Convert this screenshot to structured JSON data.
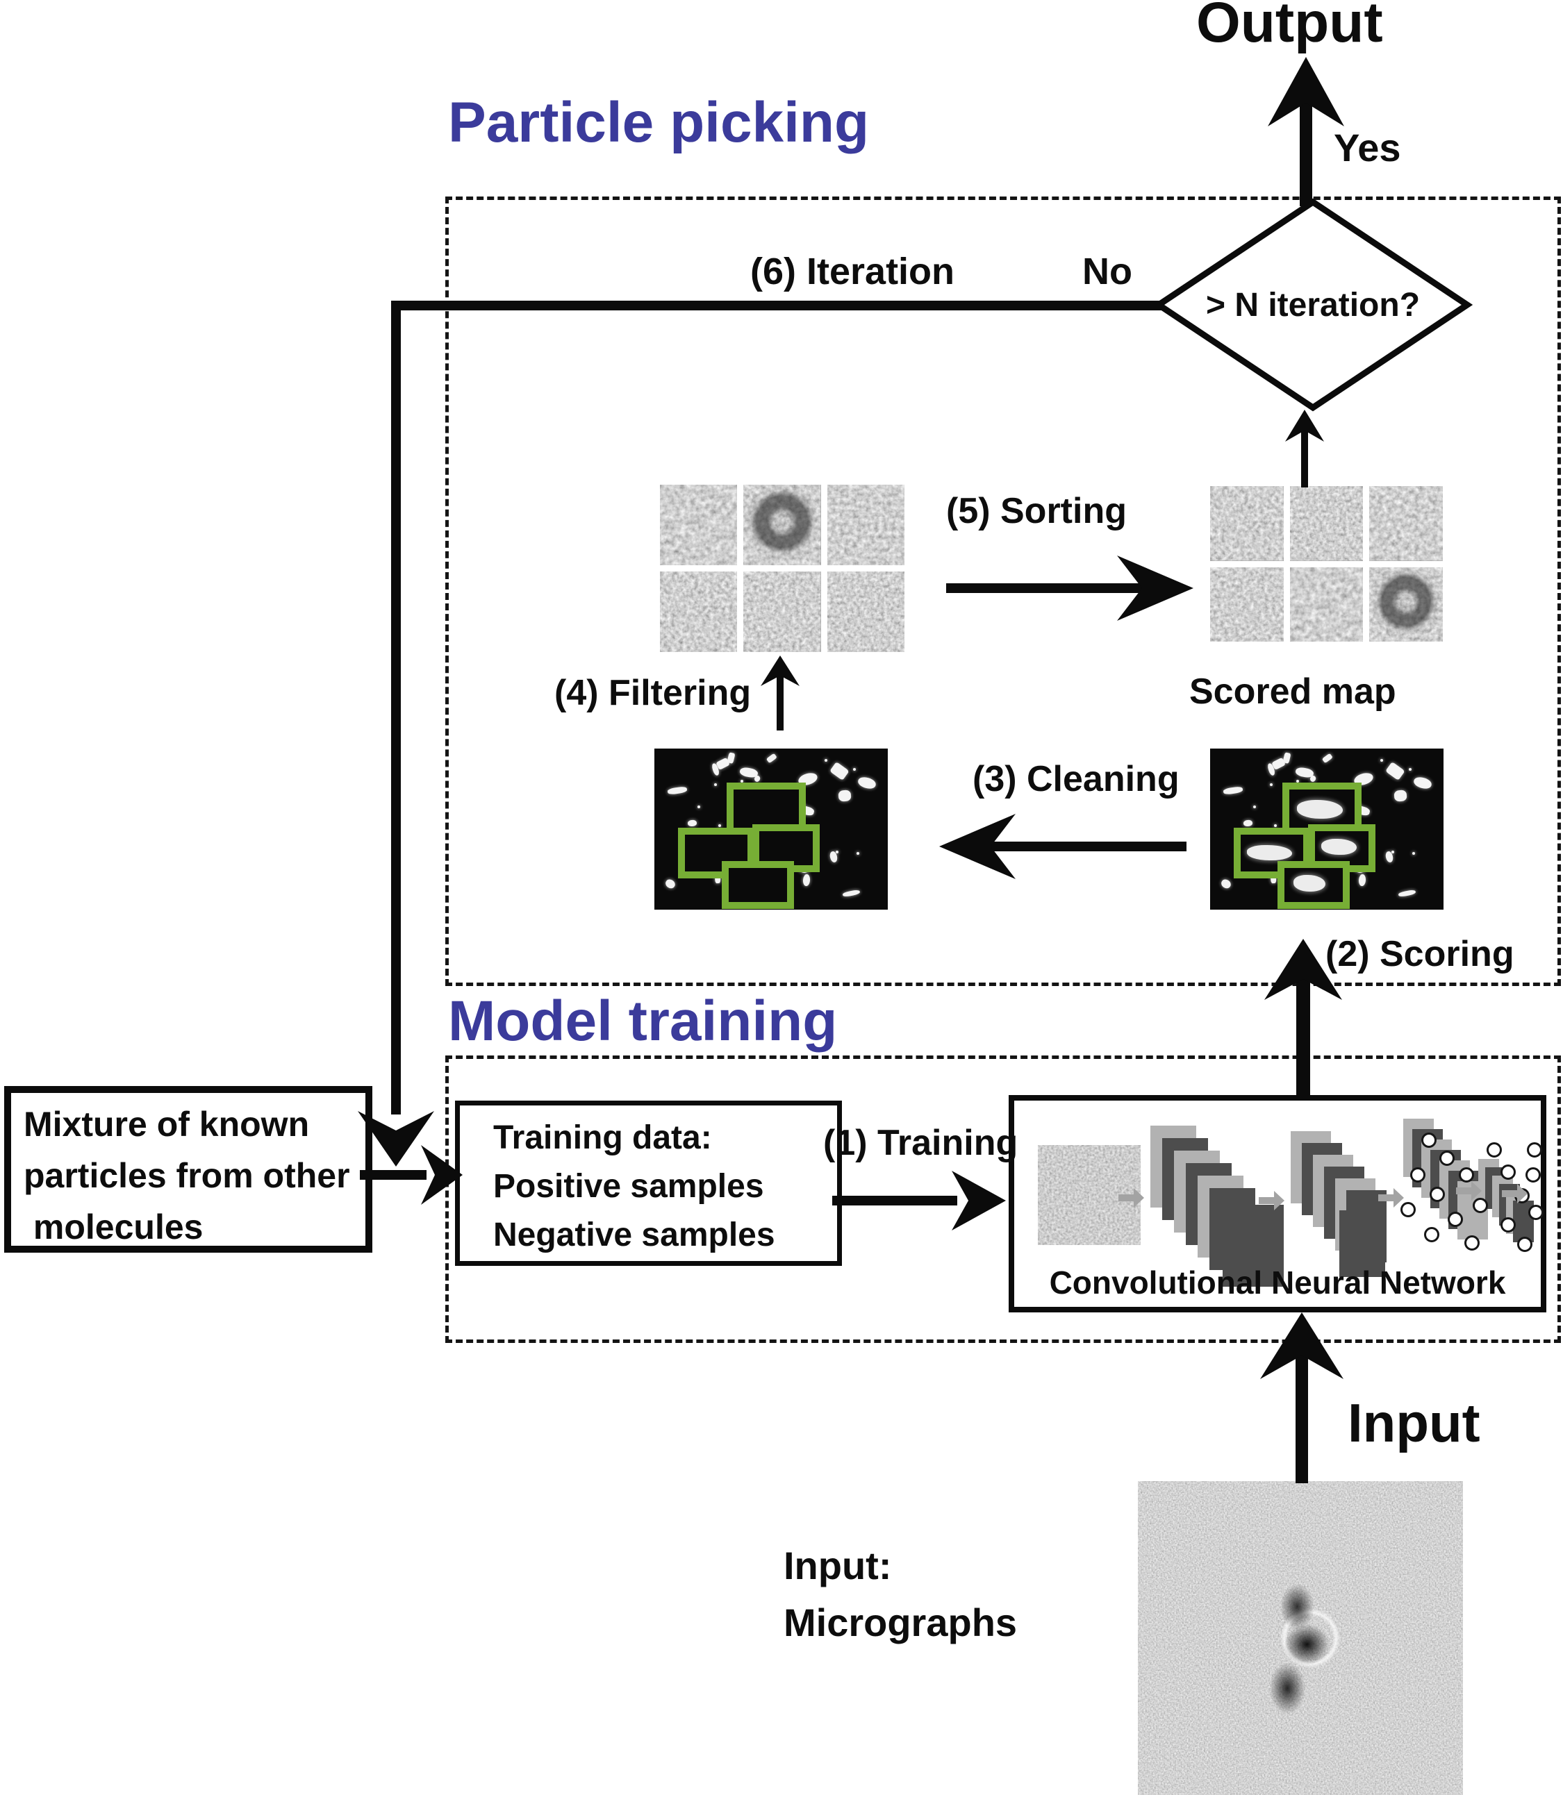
{
  "titles": {
    "particle_picking": "Particle picking",
    "model_training": "Model training"
  },
  "io": {
    "output": "Output",
    "input": "Input",
    "yes": "Yes",
    "no": "No"
  },
  "decision": {
    "label": "> N iteration?"
  },
  "steps": {
    "training": "(1) Training",
    "scoring": "(2) Scoring",
    "cleaning": "(3) Cleaning",
    "filtering": "(4) Filtering",
    "sorting": "(5) Sorting",
    "iteration": "(6) Iteration"
  },
  "captions": {
    "scored_map": "Scored map",
    "input_label": "Input:",
    "input_sub": "Micrographs"
  },
  "mixture_box": {
    "line1": "Mixture of known",
    "line2": "particles from other",
    "line3": " molecules"
  },
  "training_box": {
    "line1": "Training data:",
    "line2": "Positive samples",
    "line3": "Negative samples"
  },
  "cnn": {
    "label": "Convolutional Neural Network"
  },
  "colors": {
    "title_blue": "#3b3b9b",
    "box_green": "#77ae35"
  }
}
